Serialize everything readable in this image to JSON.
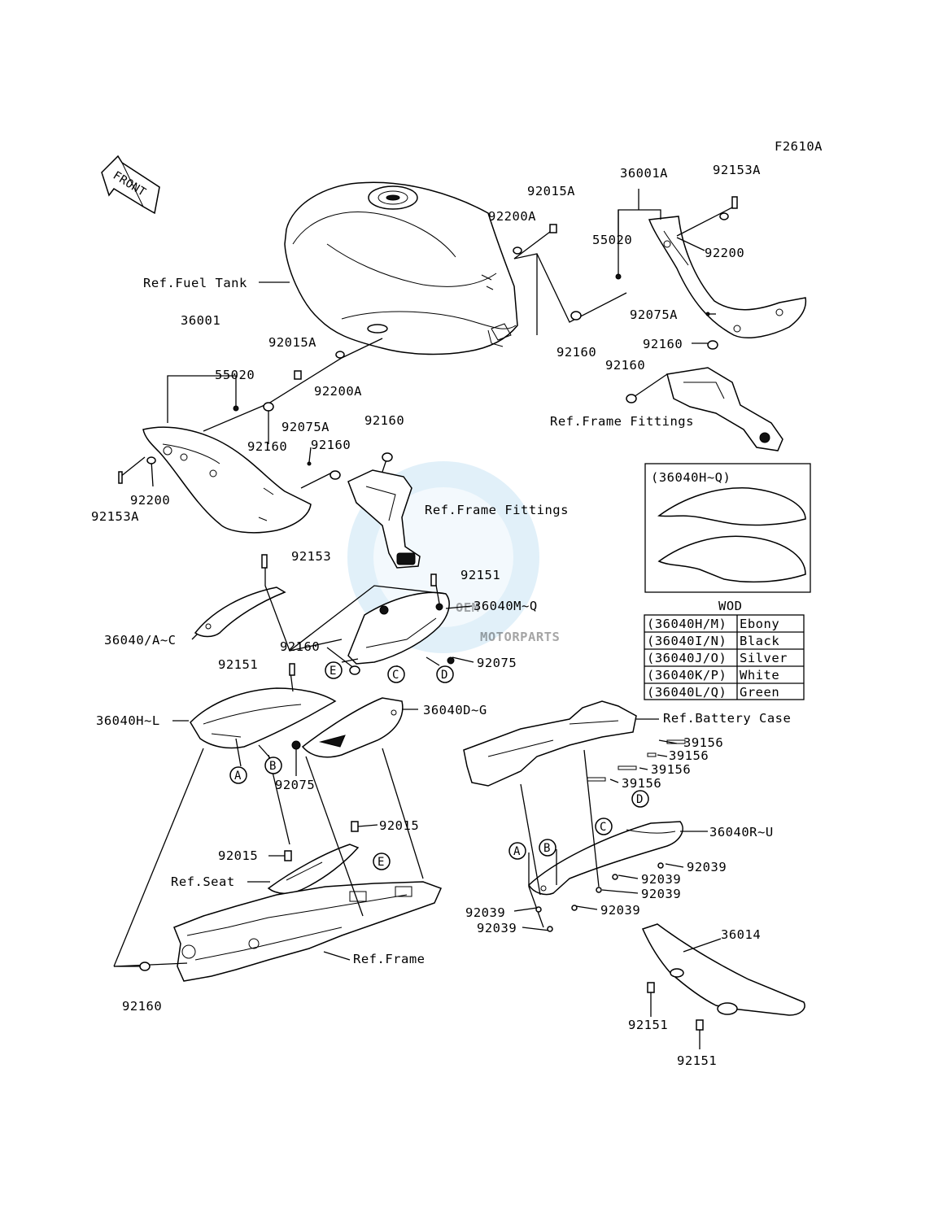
{
  "figure_code": "F2610A",
  "front_label": "FRONT",
  "watermark": {
    "logo": "OEM",
    "text": "MOTORPARTS",
    "color": "#5aaede"
  },
  "callouts": {
    "c_36001A": "36001A",
    "c_92153A_r": "92153A",
    "c_92015A_r": "92015A",
    "c_92200A_r": "92200A",
    "c_55020_r": "55020",
    "c_92200_r": "92200",
    "c_ref_fuel_tank": "Ref.Fuel Tank",
    "c_92075A_r": "92075A",
    "c_92160_r1": "92160",
    "c_92160_r2": "92160",
    "c_92160_r3": "92160",
    "c_ref_frame_fittings_r": "Ref.Frame Fittings",
    "c_36001": "36001",
    "c_92015A_l": "92015A",
    "c_55020_l": "55020",
    "c_92200A_l": "92200A",
    "c_92075A_l": "92075A",
    "c_92160_l1": "92160",
    "c_92160_l2": "92160",
    "c_92160_l3": "92160",
    "c_92200_l": "92200",
    "c_92153A_l": "92153A",
    "c_ref_frame_fittings_c": "Ref.Frame Fittings",
    "c_92153": "92153",
    "c_92151_a": "92151",
    "c_36040M_Q": "36040M~Q",
    "c_36040_A_C": "36040/A~C",
    "c_92160_m": "92160",
    "c_92075_m": "92075",
    "c_92151_b": "92151",
    "c_36040H_L": "36040H~L",
    "c_36040D_G": "36040D~G",
    "c_92075_b": "92075",
    "c_92015_a": "92015",
    "c_92015_b": "92015",
    "c_ref_seat": "Ref.Seat",
    "c_ref_frame": "Ref.Frame",
    "c_92160_bl": "92160",
    "c_ref_battery_case": "Ref.Battery Case",
    "c_39156_1": "39156",
    "c_39156_2": "39156",
    "c_39156_3": "39156",
    "c_39156_4": "39156",
    "c_36040R_U": "36040R~U",
    "c_92039_1": "92039",
    "c_92039_2": "92039",
    "c_92039_3": "92039",
    "c_92039_4": "92039",
    "c_92039_5": "92039",
    "c_92039_6": "92039",
    "c_36014": "36014",
    "c_92151_c": "92151",
    "c_92151_d": "92151"
  },
  "markers": {
    "m_E1": "E",
    "m_C1": "C",
    "m_D1": "D",
    "m_A1": "A",
    "m_B1": "B",
    "m_E2": "E",
    "m_D2": "D",
    "m_C2": "C",
    "m_A2": "A",
    "m_B2": "B"
  },
  "inset": {
    "title": "(36040H~Q)",
    "wod_label": "WOD",
    "color_table": [
      {
        "code": "(36040H/M)",
        "color": "Ebony"
      },
      {
        "code": "(36040I/N)",
        "color": "Black"
      },
      {
        "code": "(36040J/O)",
        "color": "Silver"
      },
      {
        "code": "(36040K/P)",
        "color": "White"
      },
      {
        "code": "(36040L/Q)",
        "color": "Green"
      }
    ]
  }
}
